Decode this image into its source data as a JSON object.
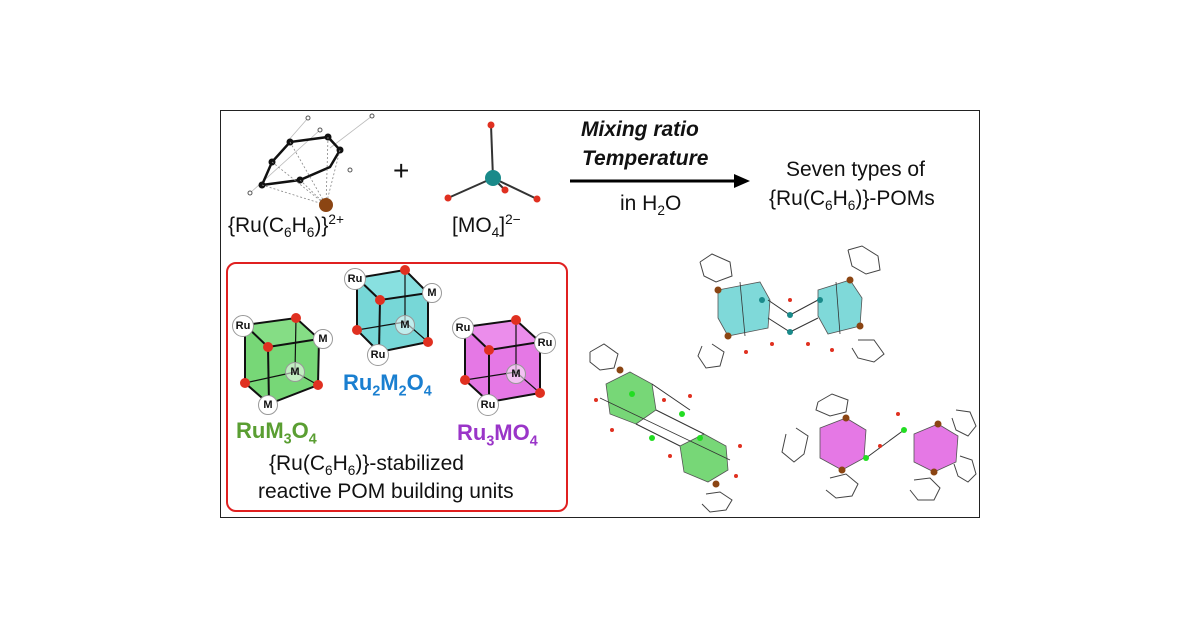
{
  "reactants": {
    "ru_label_main": "{Ru(C",
    "ru_label_sub1": "6",
    "ru_label_mid": "H",
    "ru_label_sub2": "6",
    "ru_label_end": ")}",
    "ru_label_charge": "2+",
    "plus": "+",
    "mo4_label_main": "[MO",
    "mo4_label_sub": "4",
    "mo4_label_end": "]",
    "mo4_label_charge": "2−"
  },
  "conditions": {
    "line1": "Mixing ratio",
    "line2": "Temperature",
    "solvent_main": "in H",
    "solvent_sub": "2",
    "solvent_end": "O"
  },
  "product": {
    "line1": "Seven types of",
    "line2_main": "{Ru(C",
    "line2_sub1": "6",
    "line2_mid": "H",
    "line2_sub2": "6",
    "line2_end": ")}-POMs"
  },
  "units": {
    "rum3o4": {
      "p1": "RuM",
      "s1": "3",
      "p2": "O",
      "s2": "4",
      "color": "#5a9e32"
    },
    "ru2m2o4": {
      "p1": "Ru",
      "s1": "2",
      "p2": "M",
      "s2": "2",
      "p3": "O",
      "s3": "4",
      "color": "#1a7fd0"
    },
    "ru3mo4": {
      "p1": "Ru",
      "s1": "3",
      "p2": "MO",
      "s2": "4",
      "color": "#9a35c8"
    },
    "caption_line1_main": "{Ru(C",
    "caption_line1_sub1": "6",
    "caption_line1_mid": "H",
    "caption_line1_sub2": "6",
    "caption_line1_end": ")}-stabilized",
    "caption_line2": "reactive POM building units"
  },
  "vertex_labels": {
    "ru": "Ru",
    "m": "M"
  },
  "colors": {
    "border": "#222222",
    "box_border": "#e02020",
    "green_face": "#5fd05f",
    "cyan_face": "#5fd0d0",
    "magenta_face": "#e060e0",
    "oxygen": "#e03020",
    "ruthenium": "#8b4513",
    "metal_center": "#1a8a8a"
  }
}
